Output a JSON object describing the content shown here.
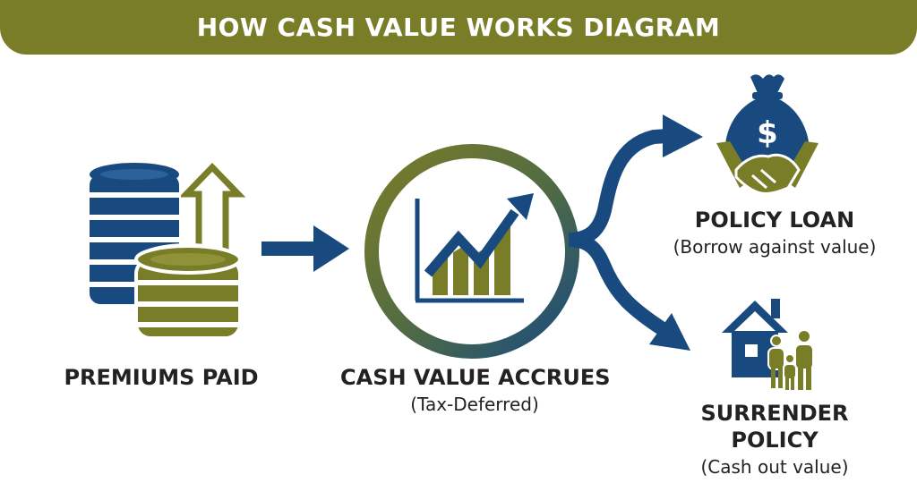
{
  "title": "HOW CASH VALUE WORKS DIAGRAM",
  "steps": {
    "premiums": {
      "label": "PREMIUMS PAID"
    },
    "cash_value": {
      "label": "CASH VALUE ACCRUES",
      "sub": "(Tax-Deferred)"
    },
    "policy_loan": {
      "label": "POLICY LOAN",
      "sub": "(Borrow against value)"
    },
    "surrender": {
      "label_line1": "SURRENDER",
      "label_line2": "POLICY",
      "sub": "(Cash out value)"
    }
  },
  "icons": {
    "premiums": "coin-stack-icon",
    "growth": "growth-chart-icon",
    "loan": "money-bag-handshake-icon",
    "surrender": "house-family-icon"
  },
  "colors": {
    "title_bar": "#7a7d28",
    "navy": "#184a80",
    "olive": "#7a7d28",
    "text": "#222222"
  }
}
